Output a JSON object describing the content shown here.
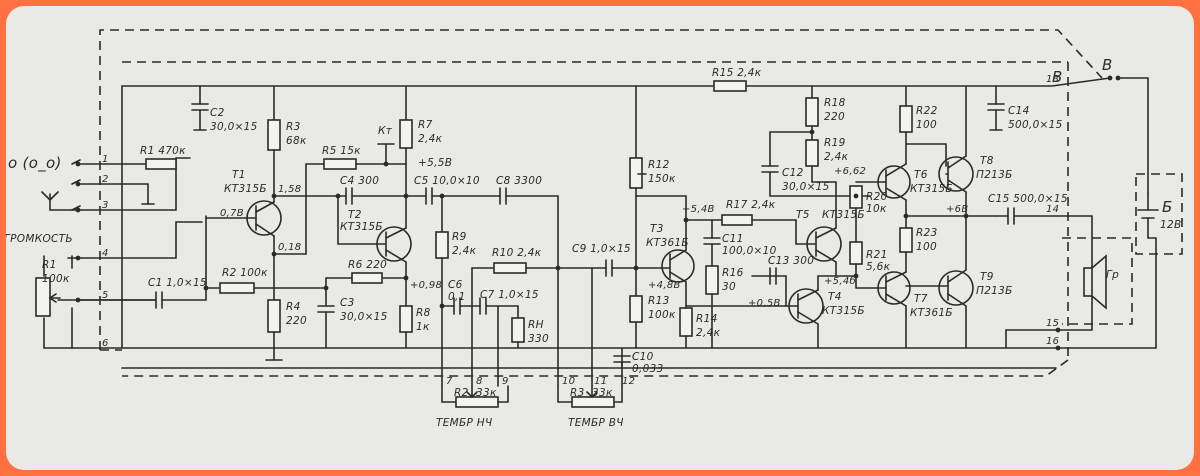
{
  "labels": {
    "input_symbol": "о (o_o)",
    "antenna_side": "ГРОМКОСТЬ",
    "r1_470": "R1 470к",
    "r1_100": "R1",
    "r1_100v": "100к",
    "pin1": "1",
    "pin2": "2",
    "pin3": "3",
    "pin4": "4",
    "pin5": "5",
    "pin6": "6",
    "c2": "C2",
    "c2v": "30,0×15",
    "r3": "R3",
    "r3v": "68к",
    "t1": "Т1",
    "t1v": "КТ315Б",
    "v158": "1,58",
    "v07": "0,7В",
    "v018": "0,18",
    "r4": "R4",
    "r4v": "220",
    "c1": "C1 1,0×15",
    "r2": "R2 100к",
    "r5": "R5 15к",
    "kt": "Кт",
    "r7": "R7",
    "r7v": "2,4к",
    "v55": "+5,5В",
    "c4": "C4 300",
    "t2": "Т2",
    "t2v": "КТ315Б",
    "r6": "R6 220",
    "v098": "+0,98",
    "c3": "C3",
    "c3v": "30,0×15",
    "r8": "R8",
    "r8v": "1к",
    "c5": "C5 10,0×10",
    "c8": "C8 3300",
    "r9": "R9",
    "r9v": "2,4к",
    "r10": "R10 2,4к",
    "c6": "C6",
    "c6v": "0,1",
    "c7": "C7 1,0×15",
    "rh": "RH",
    "rhv": "330",
    "r15": "R15 2,4к",
    "r12": "R12",
    "r12v": "150к",
    "c9": "C9 1,0×15",
    "t3": "Т3",
    "t3v": "КТ361Б",
    "v54": "+5,4В",
    "v48": "+4,8В",
    "r13": "R13",
    "r13v": "100к",
    "r14": "R14",
    "r14v": "2,4к",
    "c10": "C10",
    "c10v": "0,033",
    "r17": "R17 2,4к",
    "c11": "C11",
    "c11v": "100,0×10",
    "r16": "R16",
    "r16v": "30",
    "v05": "+0,5В",
    "c13": "C13 300",
    "t4": "Т4",
    "t4v": "КТ315Б",
    "v546": "+5,4б",
    "t5": "Т5",
    "t5v": "КТ315Б",
    "r18": "R18",
    "r18v": "220",
    "r19": "R19",
    "r19v": "2,4к",
    "c12": "C12",
    "c12v": "30,0×15",
    "v662": "+6,62",
    "r20": "R20",
    "r20v": "10к",
    "r21": "R21",
    "r21v": "5,6к",
    "r22": "R22",
    "r22v": "100",
    "r23": "R23",
    "r23v": "100",
    "t6": "Т6",
    "t6v": "КТ315Б",
    "t7": "Т7",
    "t7v": "КТ361Б",
    "t8": "Т8",
    "t8v": "П213Б",
    "t9": "Т9",
    "t9v": "П213Б",
    "c14": "C14",
    "c14v": "500,0×15",
    "v6": "+6В",
    "c15": "C15 500,0×15",
    "gr": "Гр",
    "b": "Б",
    "bv": "12В",
    "sw_b1": "В",
    "sw_b2": "В",
    "n7": "7",
    "n8": "8",
    "n9": "9",
    "n10": "10",
    "n11": "11",
    "n12": "12",
    "n13": "13",
    "n14": "14",
    "n15": "15",
    "n16": "16",
    "r2b": "R2",
    "r2bv": "33к",
    "r3b": "R3",
    "r3bv": "33к",
    "tone_lf": "ТЕМБР НЧ",
    "tone_hf": "ТЕМБР ВЧ"
  }
}
